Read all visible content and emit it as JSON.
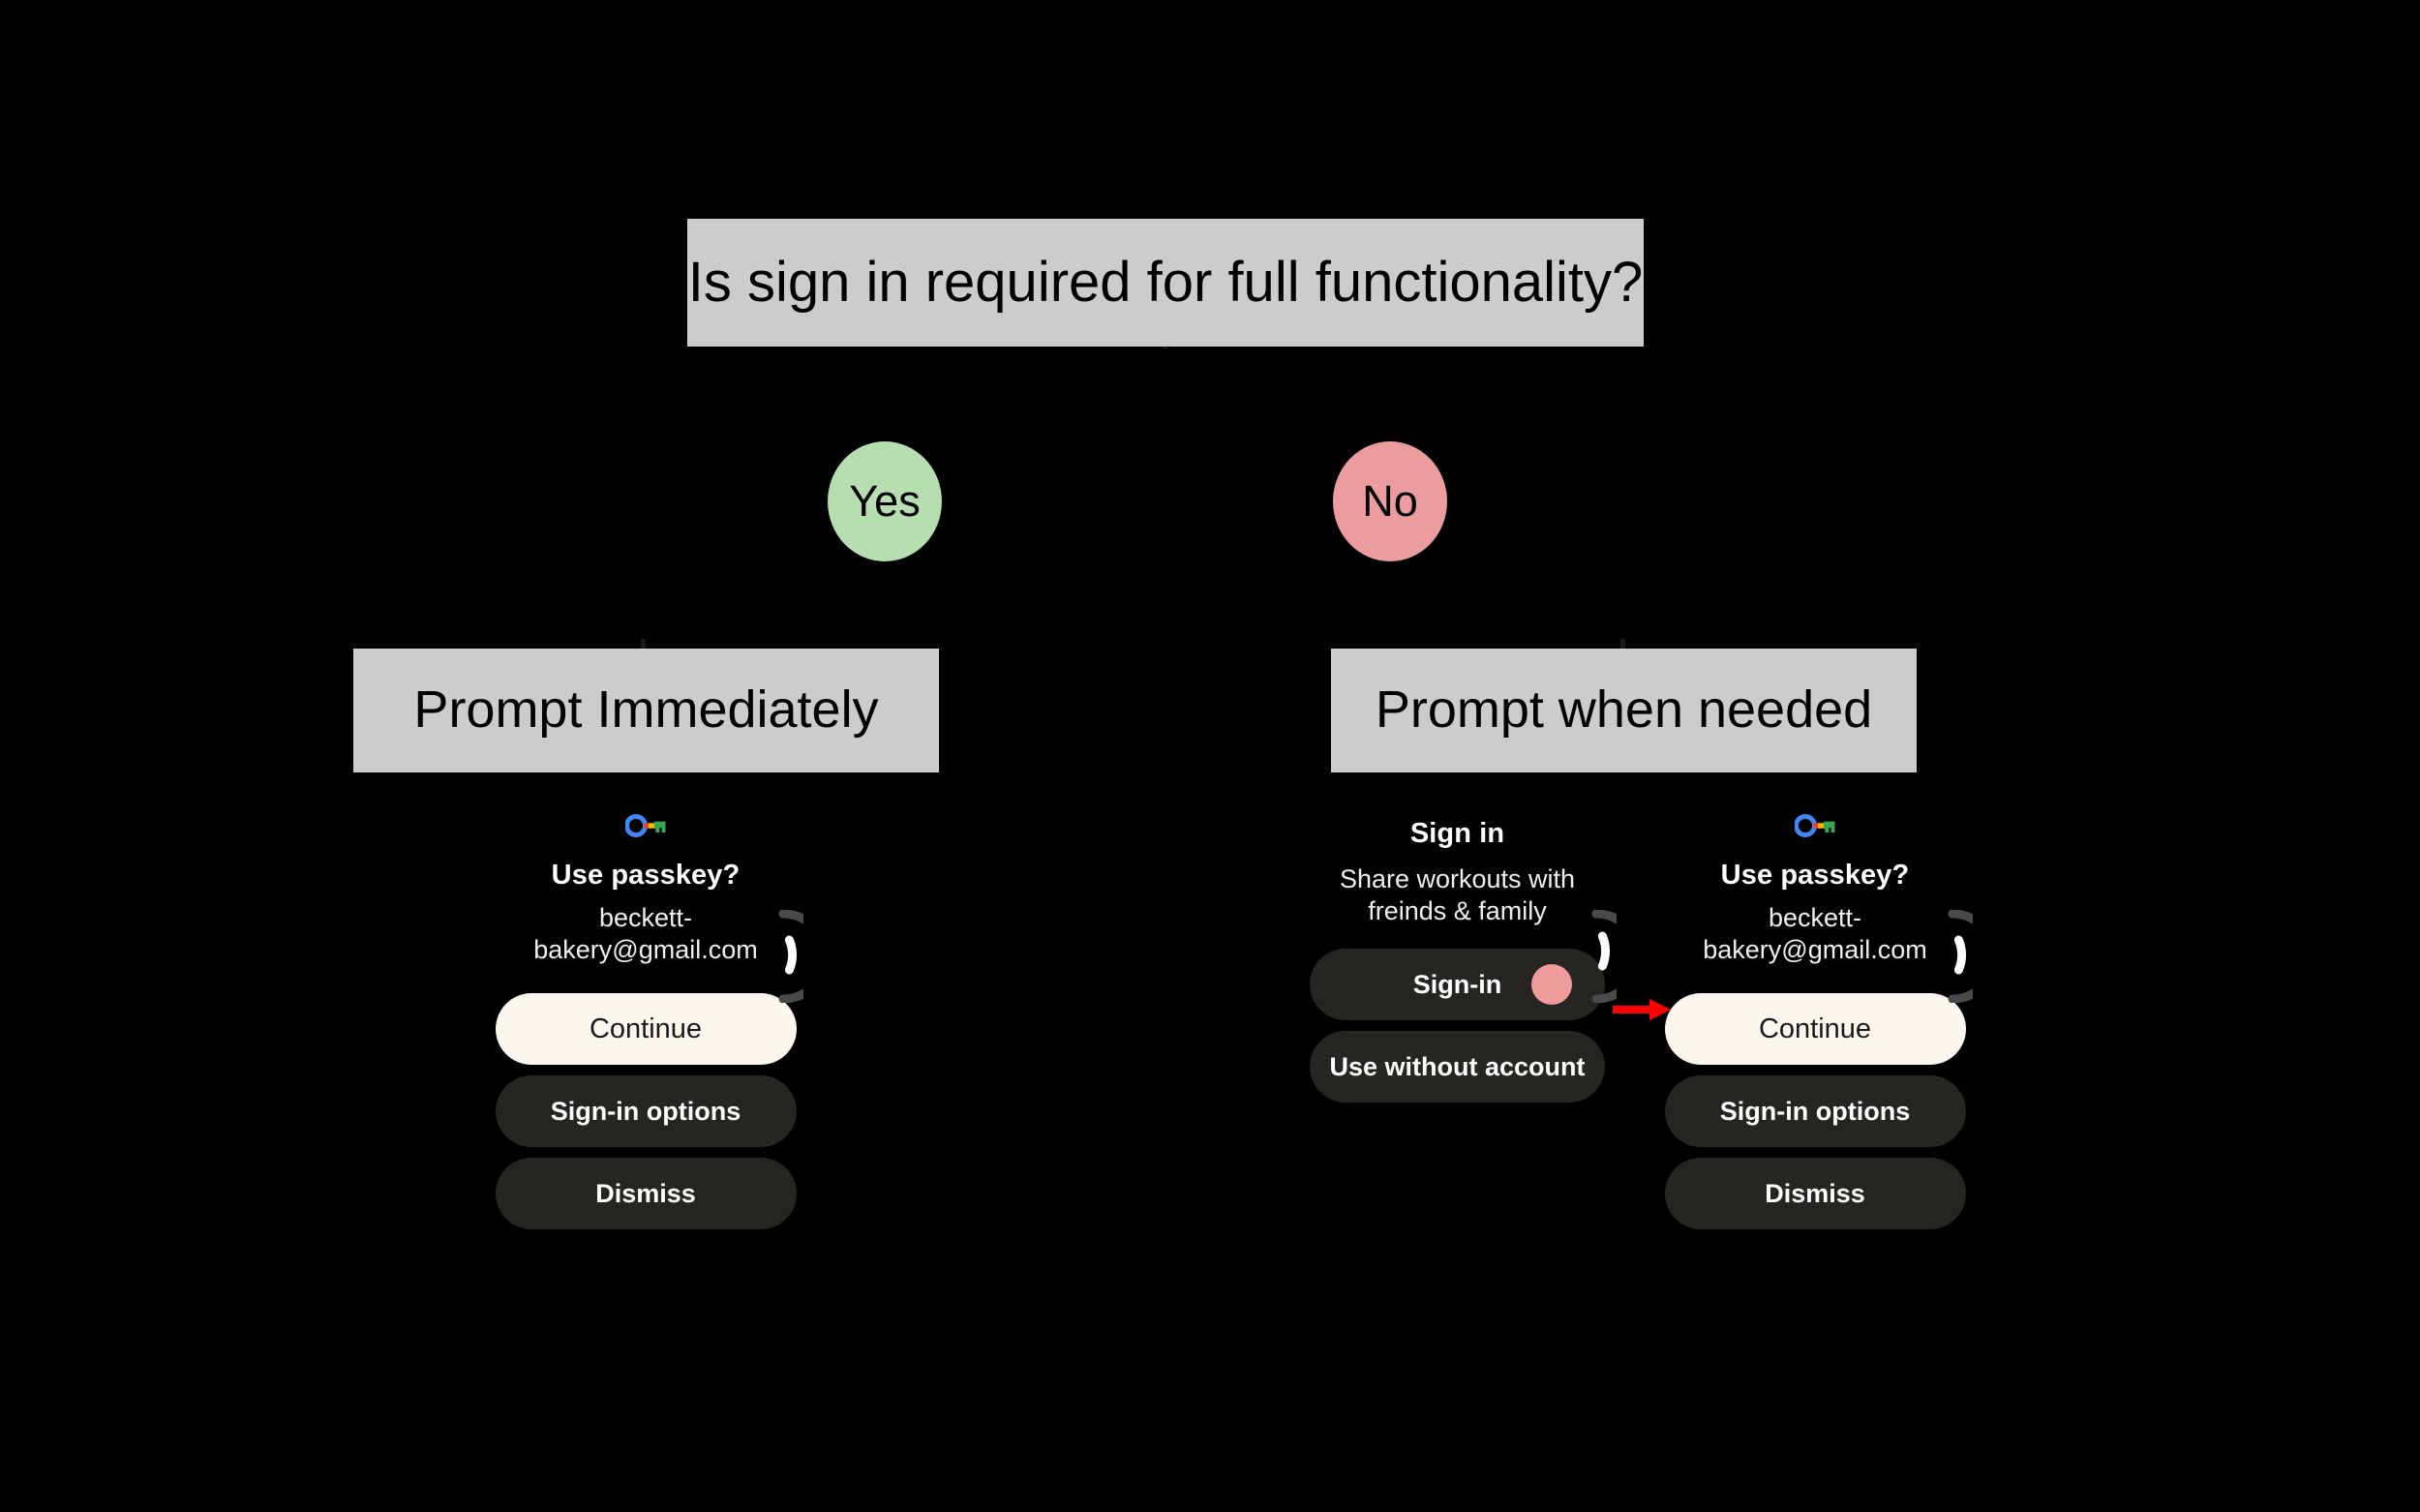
{
  "flowchart": {
    "title": "Is sign in required for full functionality?",
    "branches": [
      {
        "label": "Yes",
        "color": "#b6deb0",
        "outcome": "Prompt Immediately"
      },
      {
        "label": "No",
        "color": "#eb9c9c",
        "outcome": "Prompt when needed"
      }
    ],
    "yes_label": "Yes",
    "no_label": "No",
    "left_outcome": "Prompt Immediately",
    "right_outcome": "Prompt when needed"
  },
  "annotation": {
    "arrow_color": "#ff0000",
    "arrow_name": "red-flow-arrow"
  },
  "passkey_dialog_left": {
    "icon": "google-passkey-icon",
    "title": "Use passkey?",
    "account": "beckett-bakery@gmail.com",
    "buttons": [
      {
        "label": "Continue",
        "style": "primary"
      },
      {
        "label": "Sign-in options",
        "style": "secondary"
      },
      {
        "label": "Dismiss",
        "style": "secondary"
      }
    ],
    "continue_label": "Continue",
    "signin_options_label": "Sign-in options",
    "dismiss_label": "Dismiss",
    "scrollbar": "curved-scroll-indicator"
  },
  "signin_dialog": {
    "title": "Sign in",
    "subtitle": "Share workouts with freinds & family",
    "buttons": [
      {
        "label": "Sign-in",
        "style": "secondary",
        "touch_indicator": true
      },
      {
        "label": "Use without account",
        "style": "secondary",
        "touch_indicator": false
      }
    ],
    "signin_label": "Sign-in",
    "use_without_account_label": "Use without account",
    "touch_indicator_color": "#ed9b9b",
    "scrollbar": "curved-scroll-indicator"
  },
  "passkey_dialog_right": {
    "icon": "google-passkey-icon",
    "title": "Use passkey?",
    "account": "beckett-bakery@gmail.com",
    "buttons": [
      {
        "label": "Continue",
        "style": "primary"
      },
      {
        "label": "Sign-in options",
        "style": "secondary"
      },
      {
        "label": "Dismiss",
        "style": "secondary"
      }
    ],
    "continue_label": "Continue",
    "signin_options_label": "Sign-in options",
    "dismiss_label": "Dismiss",
    "scrollbar": "curved-scroll-indicator"
  },
  "colors": {
    "background": "#000000",
    "box_fill": "#cccccc",
    "yes_fill": "#b6deb0",
    "no_fill": "#eb9c9c",
    "primary_button": "#fbf7ee",
    "secondary_button": "#262522",
    "accent_red": "#ff0000"
  }
}
